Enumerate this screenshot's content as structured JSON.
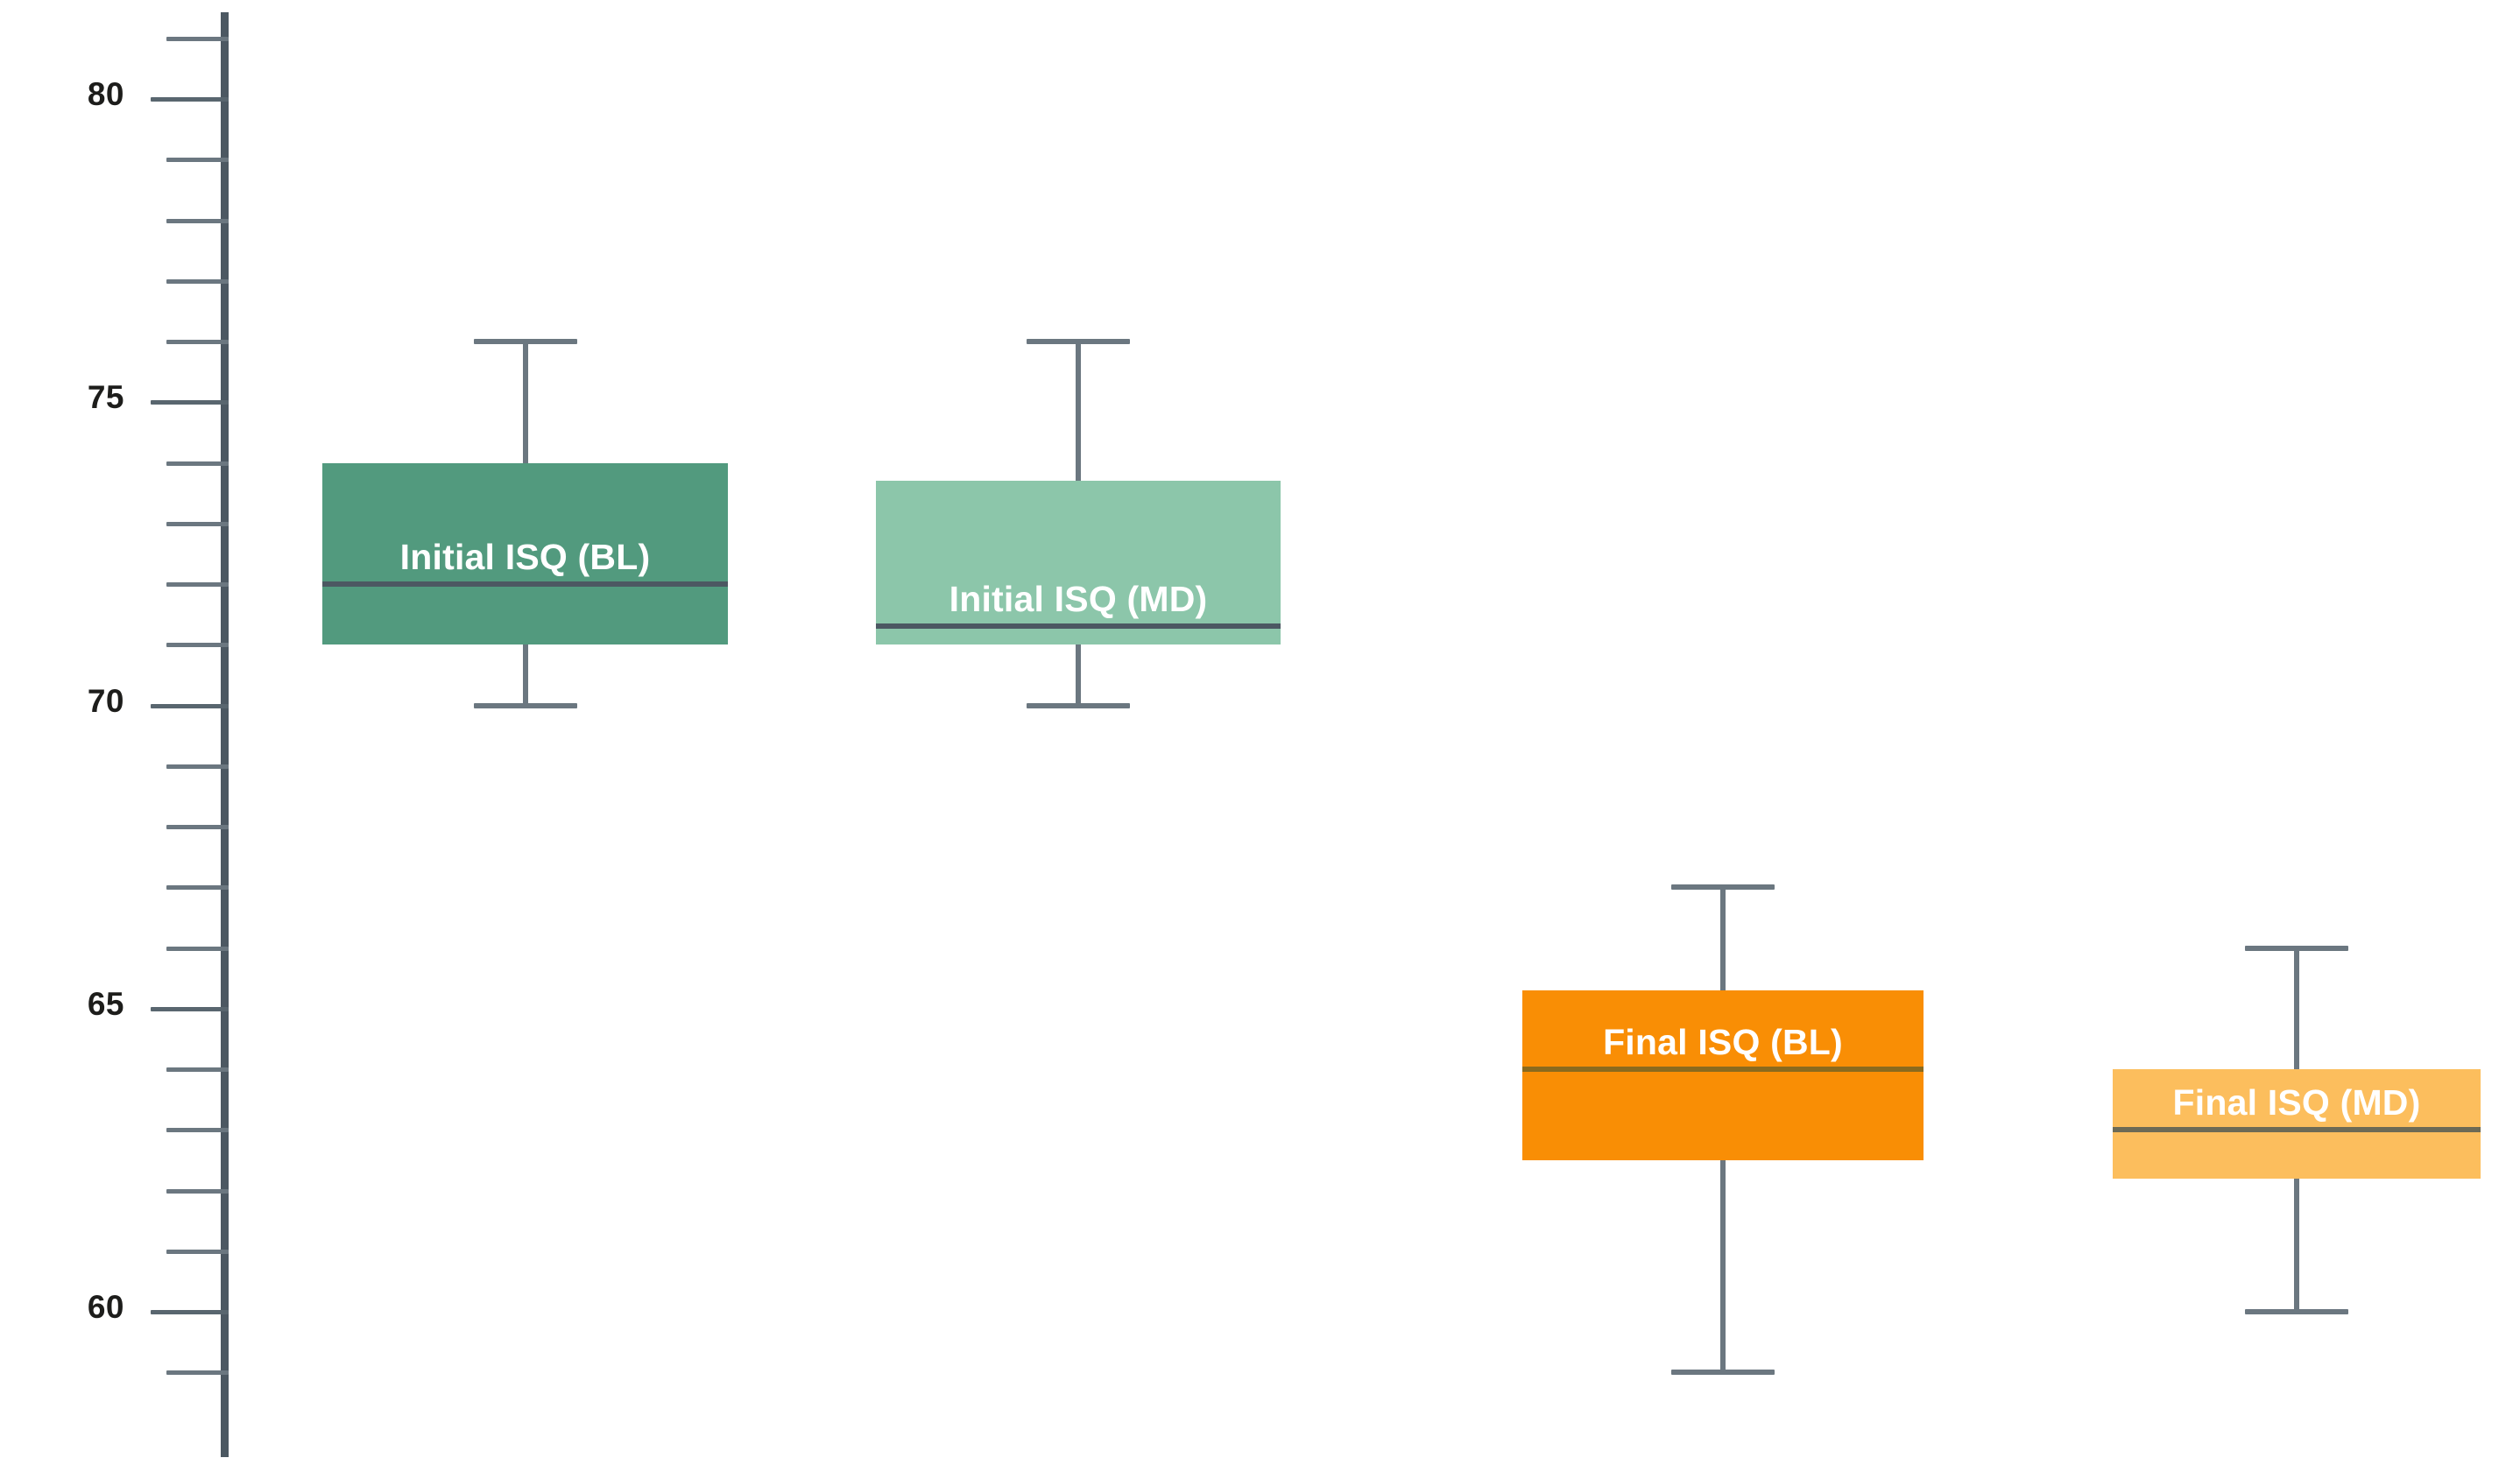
{
  "chart_data": {
    "type": "box",
    "title": "",
    "xlabel": "",
    "ylabel": "",
    "ylim": [
      58,
      81
    ],
    "grid": false,
    "legend": "none",
    "y_major_ticks": [
      80,
      75,
      70,
      65,
      60
    ],
    "y_tick_labels": [
      "80",
      "75",
      "70",
      "65",
      "60"
    ],
    "y_minor_tick_step": 1,
    "y_minor_ticks": [
      81,
      79,
      78,
      77,
      76,
      74,
      73,
      72,
      71,
      69,
      68,
      67,
      66,
      64,
      63,
      62,
      61,
      59
    ],
    "categories": [
      "Initial ISQ (BL)",
      "Initial ISQ (MD)",
      "Final ISQ (BL)",
      "Final ISQ (MD)"
    ],
    "boxes": [
      {
        "label": "Initial ISQ (BL)",
        "min": 70.0,
        "q1": 71.0,
        "median": 72.0,
        "q3": 74.0,
        "max": 76.0,
        "fill": "#529a7e",
        "median_color": "#4c5862",
        "label_color": "#ffffff"
      },
      {
        "label": "Initial ISQ (MD)",
        "min": 70.0,
        "q1": 71.0,
        "median": 71.3,
        "q3": 73.7,
        "max": 76.0,
        "fill": "#8cc6aa",
        "median_color": "#4c5862",
        "label_color": "#ffffff"
      },
      {
        "label": "Final ISQ (BL)",
        "min": 59.0,
        "q1": 62.5,
        "median": 64.0,
        "q3": 65.3,
        "max": 67.0,
        "fill": "#f98e05",
        "median_color": "#8a6a1e",
        "label_color": "#ffffff"
      },
      {
        "label": "Final ISQ (MD)",
        "min": 60.0,
        "q1": 62.2,
        "median": 63.0,
        "q3": 64.0,
        "max": 66.0,
        "fill": "#fcbe5d",
        "median_color": "#6d6a55",
        "label_color": "#ffffff"
      }
    ]
  },
  "colors": {
    "axis": "#4c5862",
    "tick": "#6b7780",
    "whisker": "#6b7780",
    "background": "#ffffff",
    "tick_label": "#1d1d1b"
  }
}
